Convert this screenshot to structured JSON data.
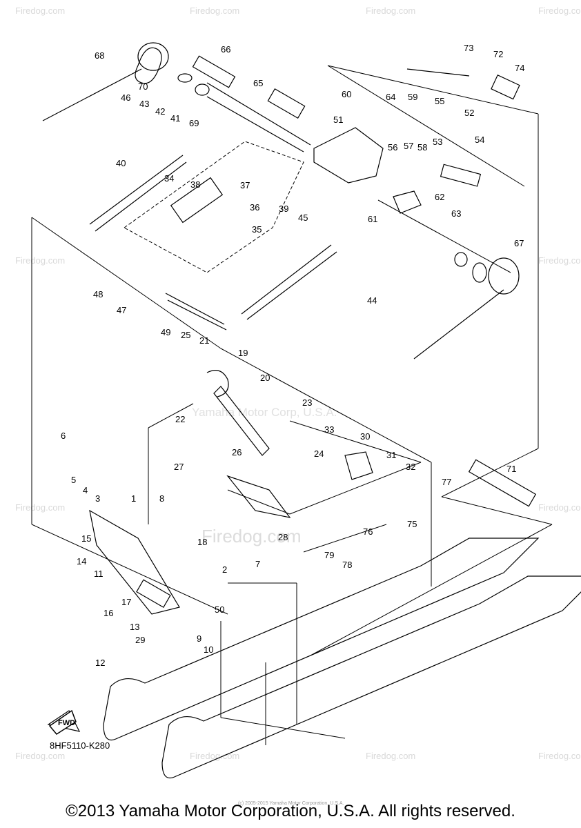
{
  "diagram": {
    "part_code": "8HF5110-K280",
    "fwd_label": "FWD",
    "copyright": "©2013 Yamaha Motor Corporation, U.S.A. All rights reserved.",
    "small_copyright": "(c) 2005-2015 Yamaha Motor Corporation, U.S.A.",
    "watermark_site": "Firedog.com",
    "watermark_center": "Yamaha Motor Corp, U.S.A.",
    "callouts": [
      "1",
      "2",
      "3",
      "4",
      "5",
      "6",
      "7",
      "8",
      "9",
      "10",
      "11",
      "12",
      "13",
      "14",
      "15",
      "16",
      "17",
      "18",
      "19",
      "20",
      "21",
      "22",
      "23",
      "24",
      "25",
      "26",
      "27",
      "28",
      "29",
      "30",
      "31",
      "32",
      "33",
      "34",
      "35",
      "36",
      "37",
      "38",
      "39",
      "40",
      "41",
      "42",
      "43",
      "44",
      "45",
      "46",
      "47",
      "48",
      "49",
      "50",
      "51",
      "52",
      "53",
      "54",
      "55",
      "56",
      "57",
      "58",
      "59",
      "60",
      "61",
      "62",
      "63",
      "64",
      "65",
      "66",
      "67",
      "68",
      "69",
      "70",
      "71",
      "72",
      "73",
      "74",
      "75",
      "76",
      "77",
      "78",
      "79"
    ]
  }
}
